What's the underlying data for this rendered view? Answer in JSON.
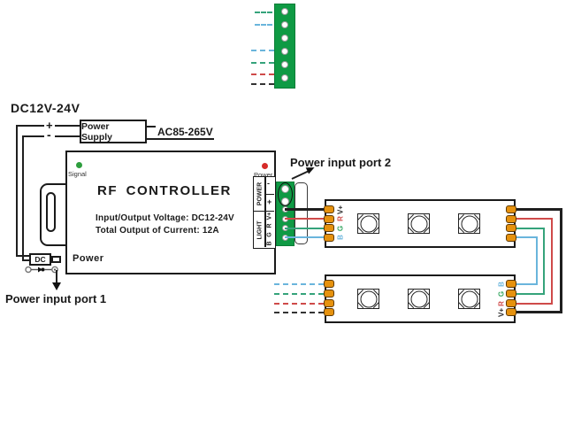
{
  "page": {
    "background": "#ffffff"
  },
  "power_chain": {
    "dc_voltage_label": "DC12V-24V",
    "plus": "+",
    "minus": "-",
    "power_supply_label": "Power Supply",
    "ac_range_label": "AC85-265V"
  },
  "controller": {
    "title": "RF CONTROLLER",
    "spec_lines": [
      "Input/Output Voltage: DC12-24V",
      "Total Output of Current: 12A"
    ],
    "signal_led": {
      "label": "Signal",
      "color": "#2e9e3e"
    },
    "power_led": {
      "label": "Power",
      "color": "#d62b28"
    },
    "dc_jack_label": "Power",
    "terminal_block": {
      "groups": [
        {
          "label": "POWER",
          "pins": [
            "-",
            "+"
          ]
        },
        {
          "label": "LIGHT",
          "pins": [
            "V+",
            "R",
            "G",
            "B"
          ]
        }
      ]
    }
  },
  "dc_plug": {
    "label": "DC"
  },
  "ports": {
    "port1_label": "Power input port 1",
    "port2_label": "Power input port 2"
  },
  "connector": {
    "body_color": "#0f9a44",
    "screw_count": 6,
    "highlighted_pins": 2
  },
  "wire_colors": {
    "v_plus": "#333333",
    "r": "#cf4a49",
    "g": "#35a37b",
    "b": "#6ab5dc"
  },
  "strips": {
    "pad_color": "#e6920e",
    "leds_per_strip": 3,
    "strip1_left_labels": [
      {
        "text": "V+",
        "color": "#222222"
      },
      {
        "text": "R",
        "color": "#cf4a49"
      },
      {
        "text": "G",
        "color": "#2fa45c"
      },
      {
        "text": "B",
        "color": "#6ab5dc"
      }
    ],
    "strip2_right_labels": [
      {
        "text": "B",
        "color": "#6ab5dc"
      },
      {
        "text": "G",
        "color": "#2fa45c"
      },
      {
        "text": "R",
        "color": "#cf4a49"
      },
      {
        "text": "V+",
        "color": "#222222"
      }
    ]
  }
}
